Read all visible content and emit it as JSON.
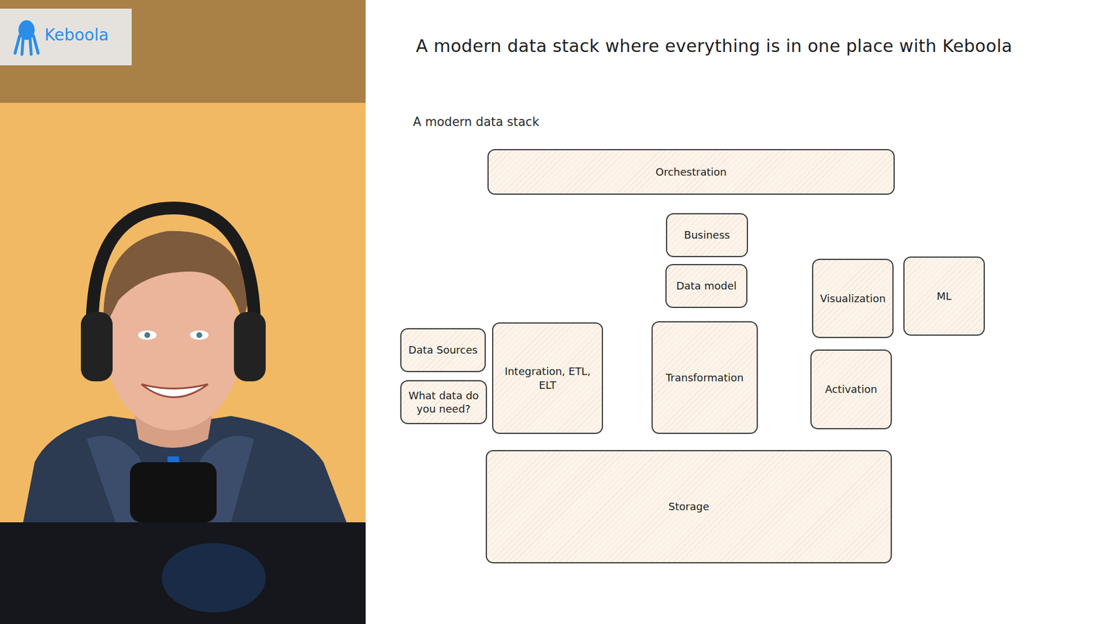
{
  "diagram": {
    "title": "A modern data stack where everything is in one place with Keboola",
    "nodes": [
      {
        "text": [
          "Orchestration"
        ]
      },
      {
        "text": [
          "Business"
        ]
      },
      {
        "text": [
          "Data model"
        ]
      },
      {
        "text": [
          "Visualization"
        ]
      },
      {
        "text": [
          "ML"
        ]
      },
      {
        "text": [
          "Data Sources"
        ]
      },
      {
        "text": [
          "What data do you need?"
        ]
      },
      {
        "text": [
          "Integration, ETL, ELT"
        ]
      },
      {
        "text": [
          "Transformation"
        ]
      },
      {
        "text": [
          "Activation"
        ]
      },
      {
        "text": [
          "Storage"
        ]
      }
    ],
    "edges": [
      {
        "from": 7,
        "to": 8,
        "arrow": "to"
      },
      {
        "from": 8,
        "to": 3,
        "arrow": "to"
      },
      {
        "from": 8,
        "to": 9,
        "arrow": "to"
      }
    ],
    "labels": [
      "Keboola",
      "A modern data stack"
    ]
  }
}
